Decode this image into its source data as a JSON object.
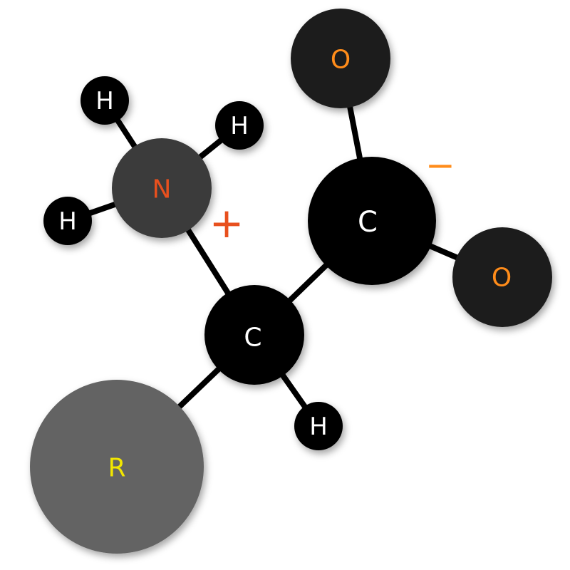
{
  "atoms": {
    "o_top": {
      "label": "O",
      "color": "#ff8c1a",
      "fill": "#1f1f1f"
    },
    "o_right": {
      "label": "O",
      "color": "#ff8c1a",
      "fill": "#1f1f1f"
    },
    "c_carboxyl": {
      "label": "C",
      "color": "#ffffff",
      "fill": "#000000"
    },
    "c_alpha": {
      "label": "C",
      "color": "#ffffff",
      "fill": "#000000"
    },
    "n_amino": {
      "label": "N",
      "color": "#e8501e",
      "fill": "#3a3a3a"
    },
    "h_top": {
      "label": "H",
      "color": "#ffffff",
      "fill": "#000000"
    },
    "h_right": {
      "label": "H",
      "color": "#ffffff",
      "fill": "#000000"
    },
    "h_left": {
      "label": "H",
      "color": "#ffffff",
      "fill": "#000000"
    },
    "h_alpha": {
      "label": "H",
      "color": "#ffffff",
      "fill": "#000000"
    },
    "r_group": {
      "label": "R",
      "color": "#f2e600",
      "fill": "#646464"
    }
  },
  "charges": {
    "plus": {
      "symbol": "+",
      "color": "#e8501e"
    },
    "minus": {
      "symbol": "−",
      "color": "#ff8c1a"
    }
  }
}
